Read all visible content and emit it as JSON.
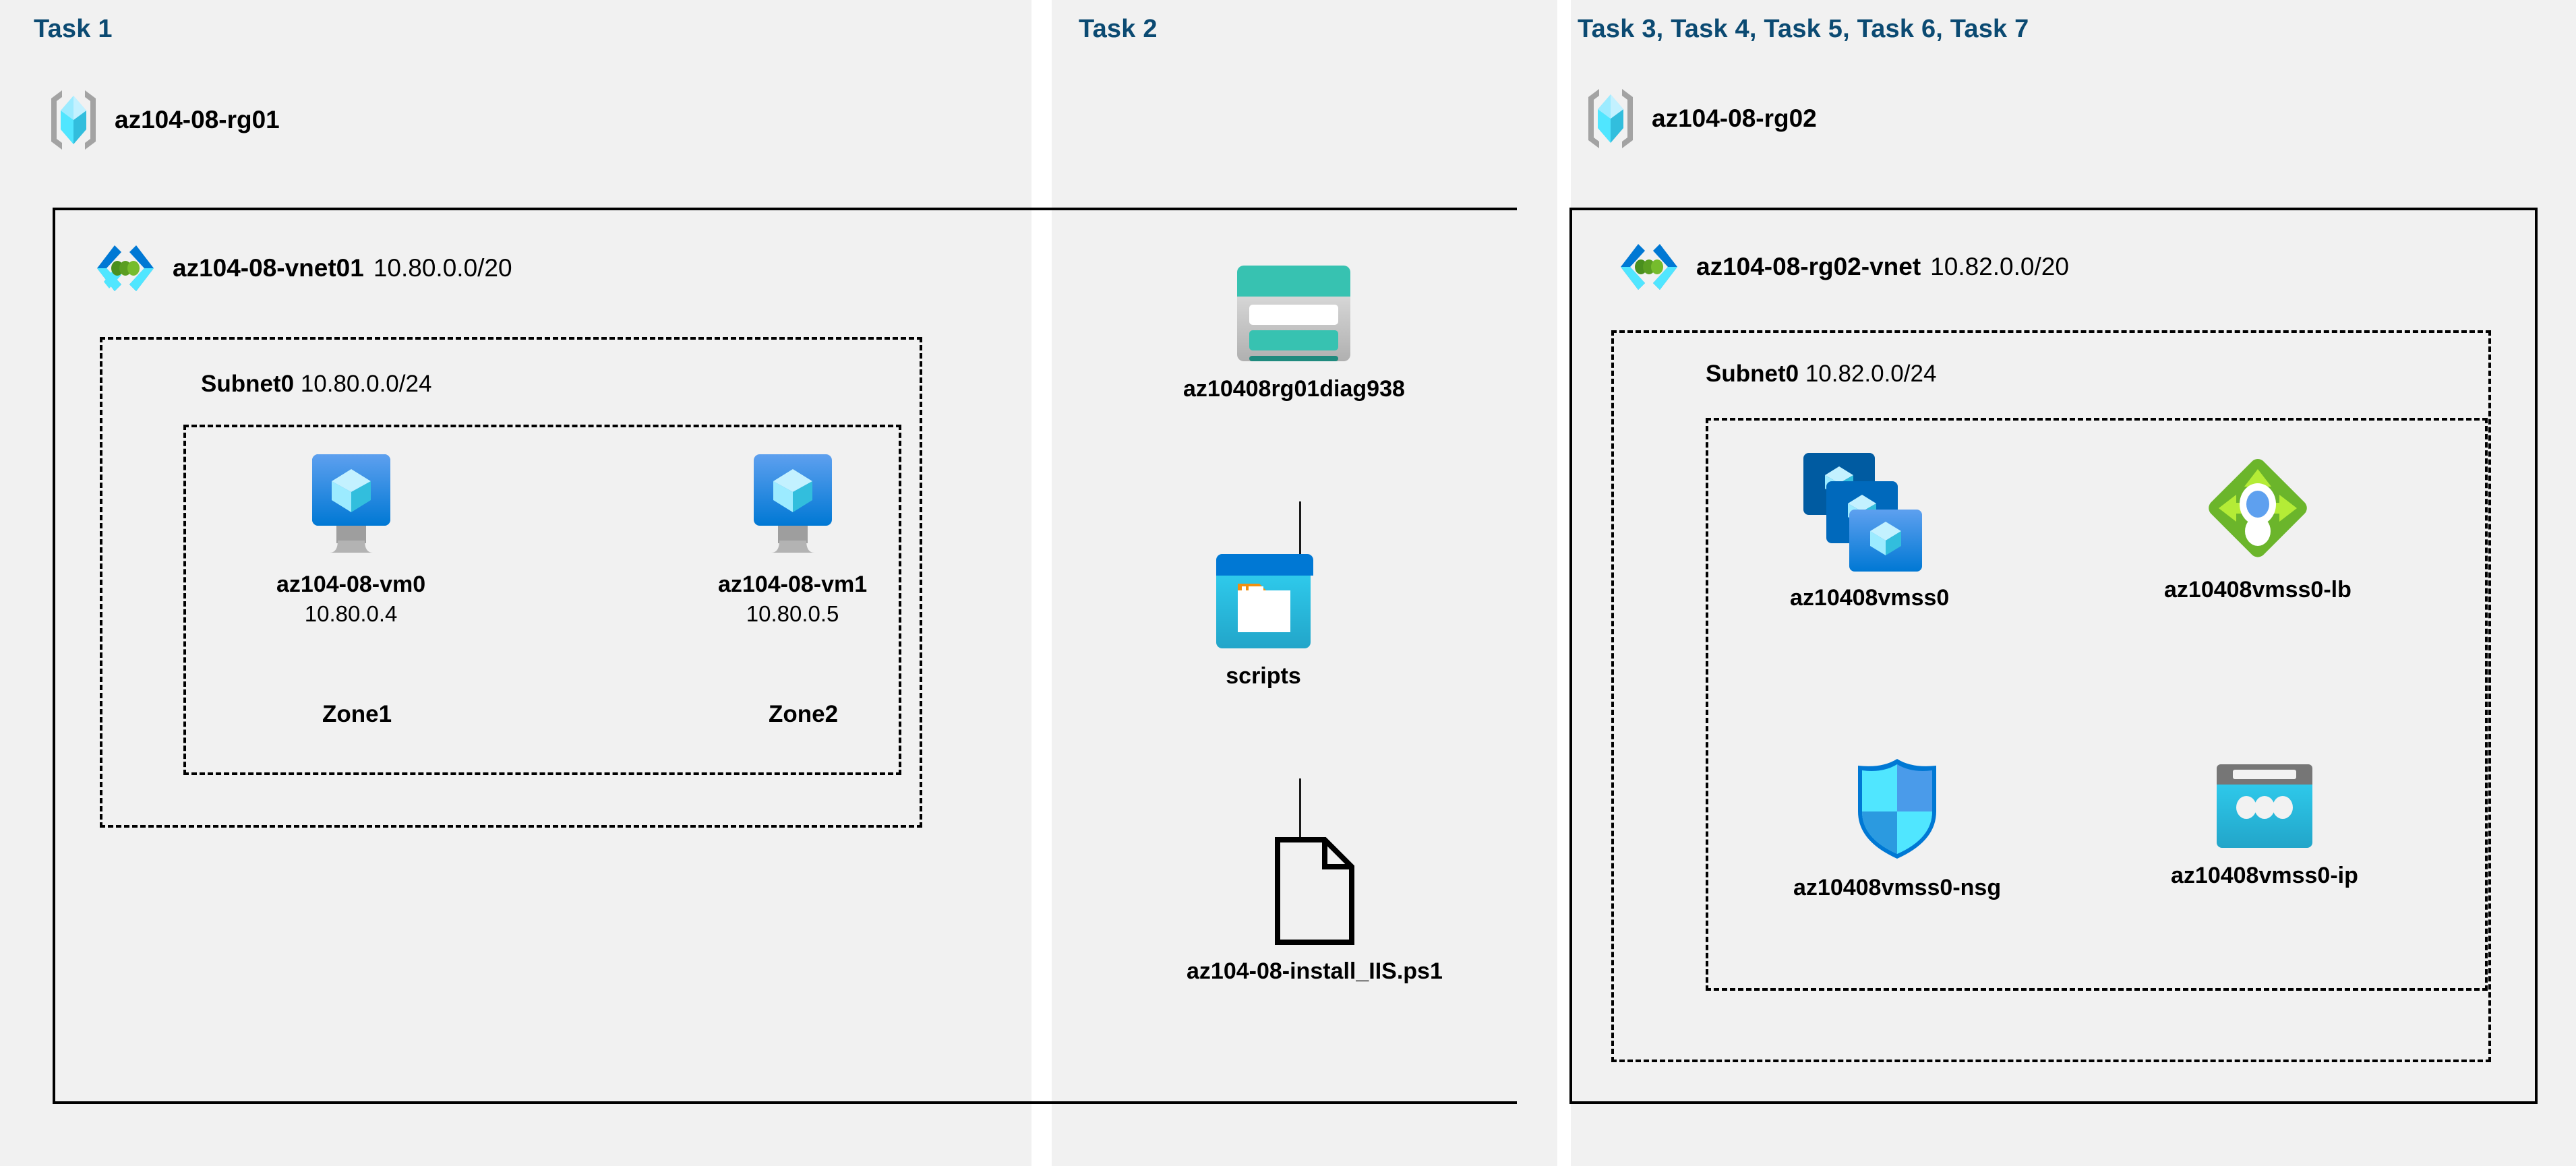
{
  "tasks": {
    "task1_title": "Task 1",
    "task2_title": "Task 2",
    "task3_title": "Task 3, Task 4, Task 5, Task 6, Task 7"
  },
  "resource_groups": [
    {
      "name": "az104-08-rg01",
      "icon": "resource-group-icon"
    },
    {
      "name": "az104-08-rg02",
      "icon": "resource-group-icon"
    }
  ],
  "vnets": [
    {
      "name": "az104-08-vnet01",
      "cidr": "10.80.0.0/20",
      "icon": "virtual-network-icon"
    },
    {
      "name": "az104-08-rg02-vnet",
      "cidr": "10.82.0.0/20",
      "icon": "virtual-network-icon"
    }
  ],
  "subnets": [
    {
      "name": "Subnet0",
      "cidr": "10.80.0.0/24"
    },
    {
      "name": "Subnet0",
      "cidr": "10.82.0.0/24"
    }
  ],
  "virtual_machines": [
    {
      "name": "az104-08-vm0",
      "ip": "10.80.0.4",
      "zone": "Zone1",
      "icon": "virtual-machine-icon"
    },
    {
      "name": "az104-08-vm1",
      "ip": "10.80.0.5",
      "zone": "Zone2",
      "icon": "virtual-machine-icon"
    }
  ],
  "storage": {
    "account": {
      "name": "az10408rg01diag938",
      "icon": "storage-account-icon"
    },
    "container": {
      "name": "scripts",
      "icon": "blob-container-icon"
    },
    "file": {
      "name": "az104-08-install_IIS.ps1",
      "icon": "file-icon"
    }
  },
  "scale_set_resources": [
    {
      "name": "az10408vmss0",
      "icon": "vm-scale-set-icon"
    },
    {
      "name": "az10408vmss0-lb",
      "icon": "load-balancer-icon"
    },
    {
      "name": "az10408vmss0-nsg",
      "icon": "network-security-group-icon"
    },
    {
      "name": "az10408vmss0-ip",
      "icon": "public-ip-address-icon"
    }
  ],
  "colors": {
    "task_title": "#0b4a72",
    "panel_background": "#f1f1f1",
    "page_background": "#ffffff",
    "border": "#000000",
    "azure_blue": "#0078d4",
    "azure_cyan": "#50e6ff",
    "storage_teal": "#37c2b1",
    "load_balancer_green": "#6bb52b",
    "public_ip_gray": "#767676"
  }
}
